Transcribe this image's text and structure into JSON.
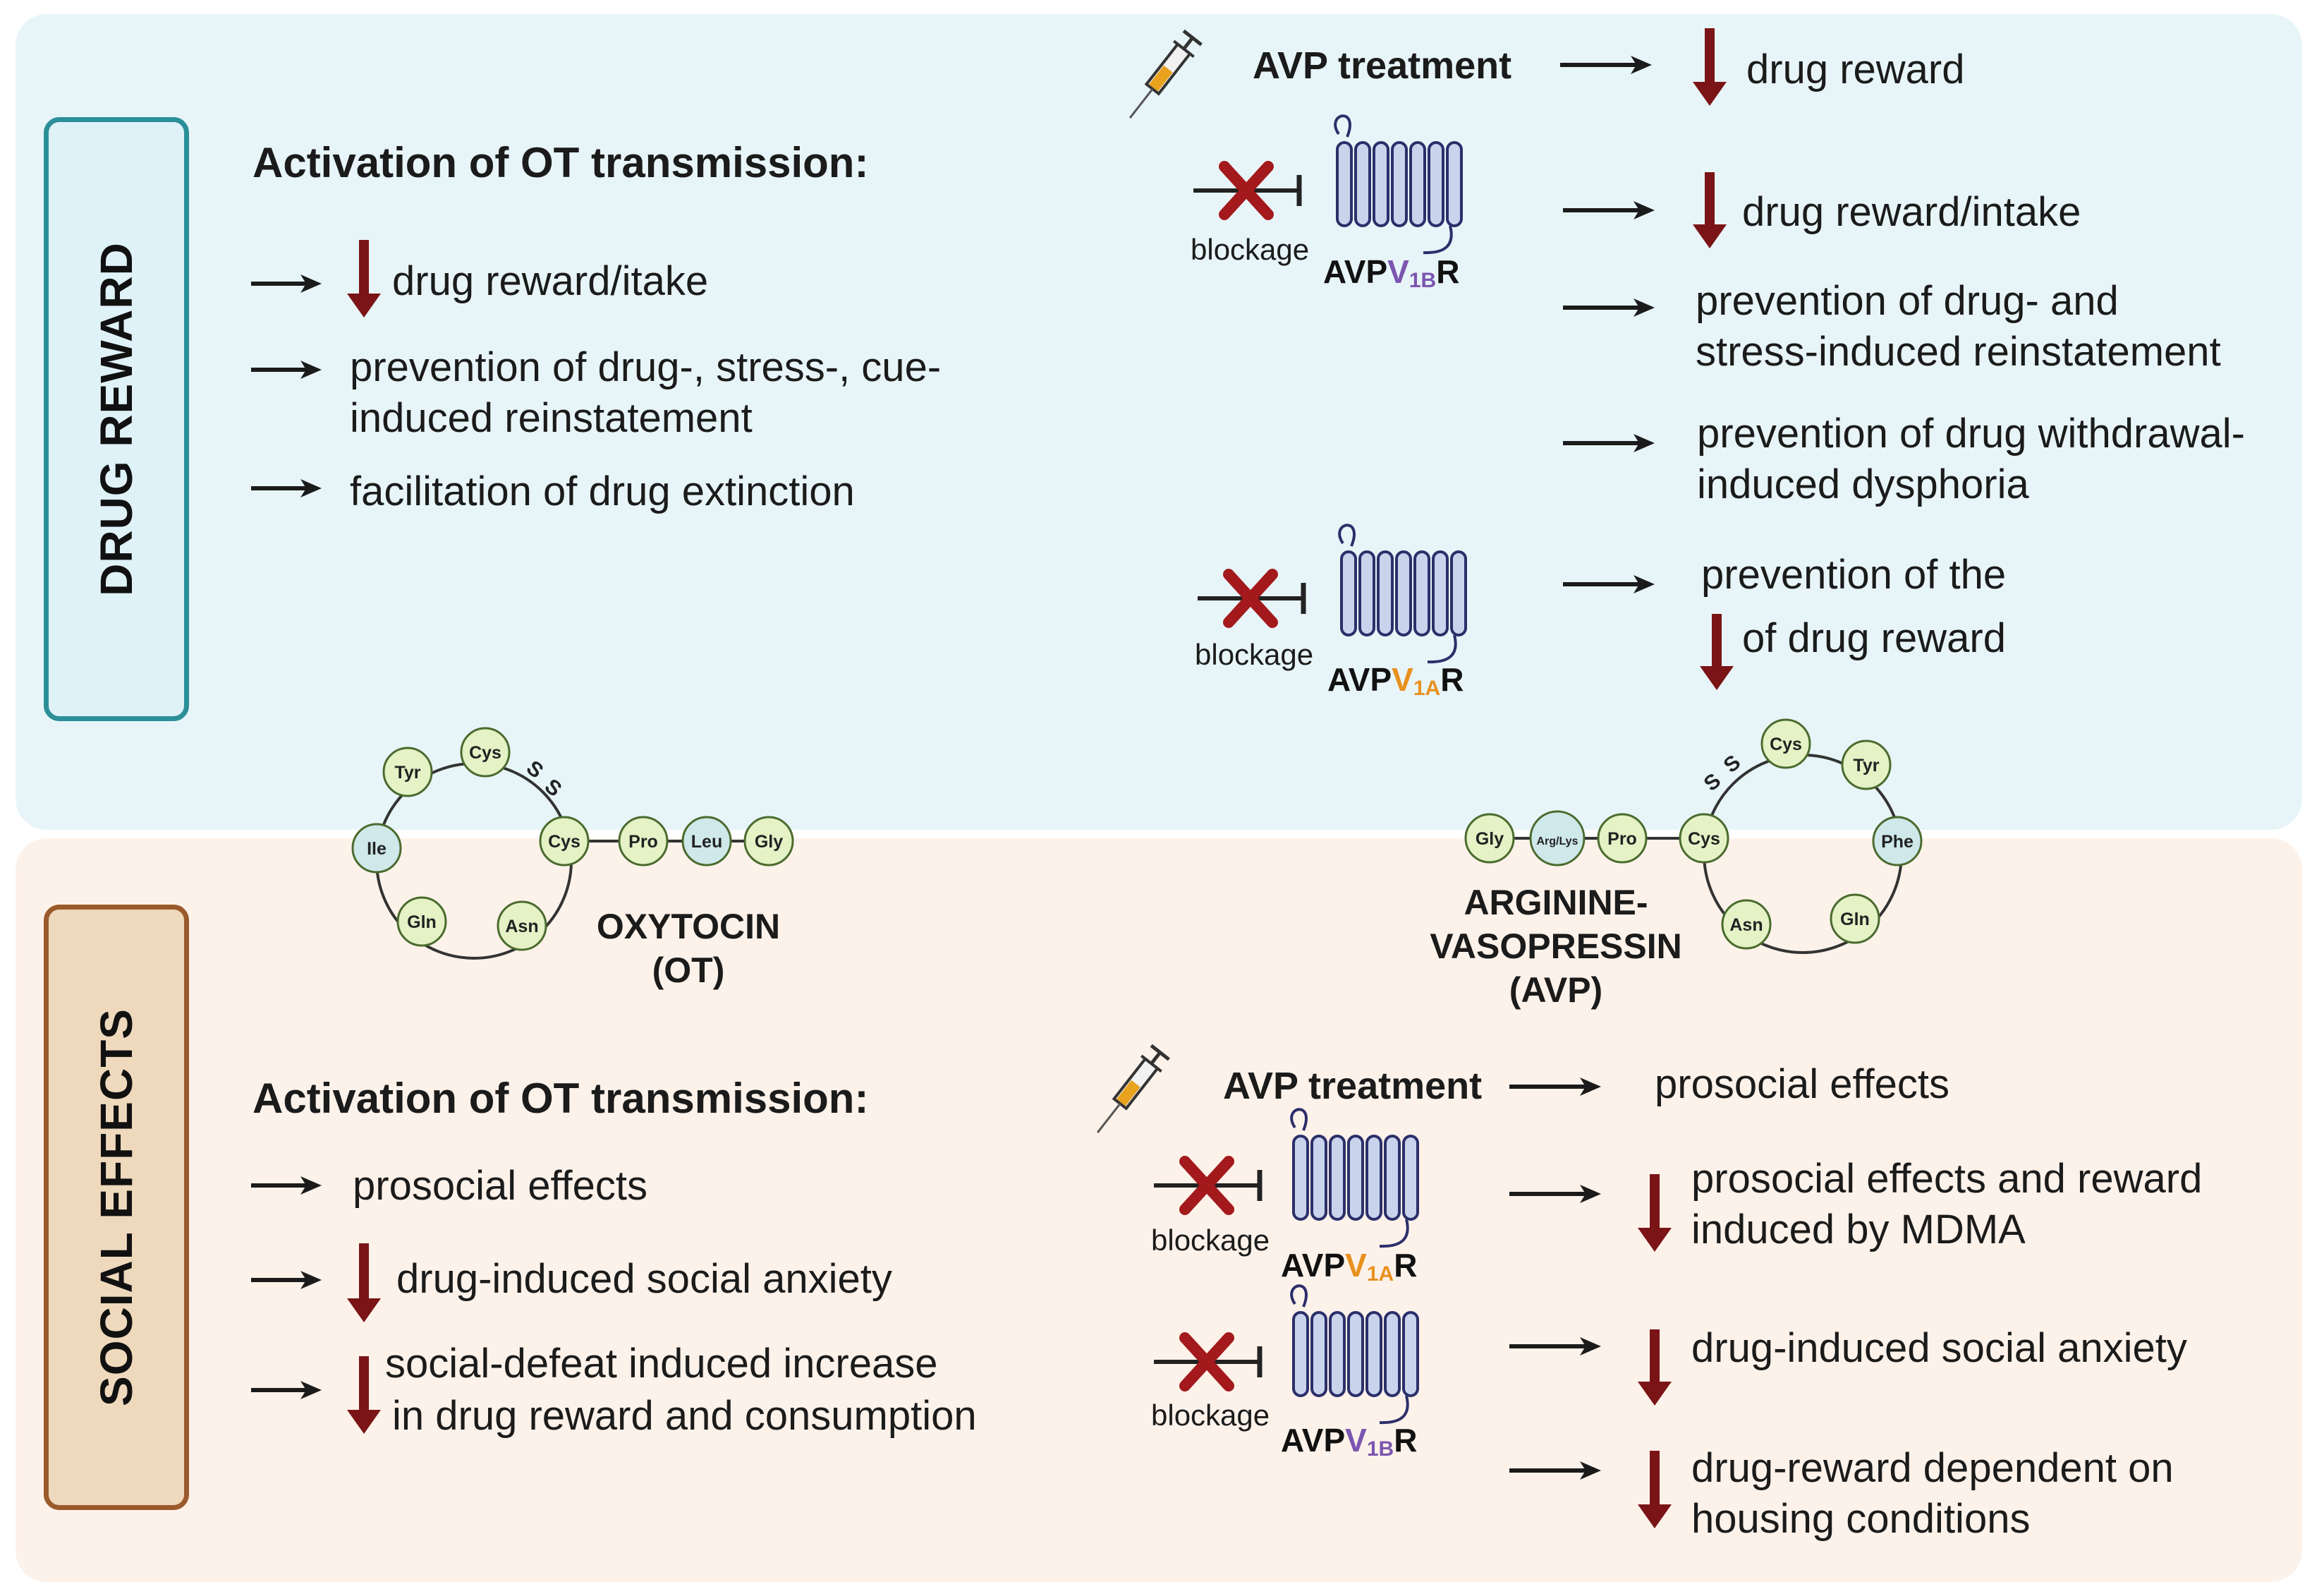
{
  "sections": {
    "drug_reward": "DRUG REWARD",
    "social_effects": "SOCIAL EFFECTS"
  },
  "reward_ot": {
    "heading": "Activation of OT transmission:",
    "item1": "drug reward/itake",
    "item2_l1": "prevention of drug-, stress-, cue-",
    "item2_l2": "induced reinstatement",
    "item3": "facilitation of drug extinction"
  },
  "reward_avp": {
    "treatment": "AVP treatment",
    "treatment_effect": "drug reward",
    "v1b_effect1": "drug reward/intake",
    "v1b_effect2_l1": "prevention of drug- and",
    "v1b_effect2_l2": "stress-induced reinstatement",
    "v1b_effect3_l1": "prevention of drug withdrawal-",
    "v1b_effect3_l2": "induced dysphoria",
    "v1a_effect_l1": "prevention of the",
    "v1a_effect_l2": "of drug reward"
  },
  "receptors": {
    "blockage": "blockage",
    "prefix": "AVP",
    "v": "V",
    "v1b_sub": "1B",
    "v1a_sub": "1A",
    "suffix": "R"
  },
  "peptides": {
    "oxytocin_l1": "OXYTOCIN",
    "oxytocin_l2": "(OT)",
    "avp_l1": "ARGININE-",
    "avp_l2": "VASOPRESSIN",
    "avp_l3": "(AVP)",
    "aa": {
      "tyr": "Tyr",
      "cys": "Cys",
      "ile": "Ile",
      "gln": "Gln",
      "asn": "Asn",
      "pro": "Pro",
      "leu": "Leu",
      "gly": "Gly",
      "phe": "Phe",
      "arglys": "Arg/Lys",
      "s": "S"
    }
  },
  "social_ot": {
    "heading": "Activation of OT transmission:",
    "item1": "prosocial effects",
    "item2": "drug-induced social anxiety",
    "item3_l1": "social-defeat induced increase",
    "item3_l2": "in drug reward and consumption"
  },
  "social_avp": {
    "treatment": "AVP treatment",
    "treatment_effect": "prosocial effects",
    "v1a_effect_l1": "prosocial effects and reward",
    "v1a_effect_l2": "induced by MDMA",
    "v1b_effect1": "drug-induced social anxiety",
    "v1b_effect2_l1": "drug-reward dependent on",
    "v1b_effect2_l2": "housing conditions"
  },
  "colors": {
    "reward_panel": "#e8f5f8",
    "social_panel": "#fdf2ea",
    "down_arrow": "#7a1416",
    "block_x": "#a3191c",
    "v1b": "#7b55b0",
    "v1a": "#e8911e"
  }
}
